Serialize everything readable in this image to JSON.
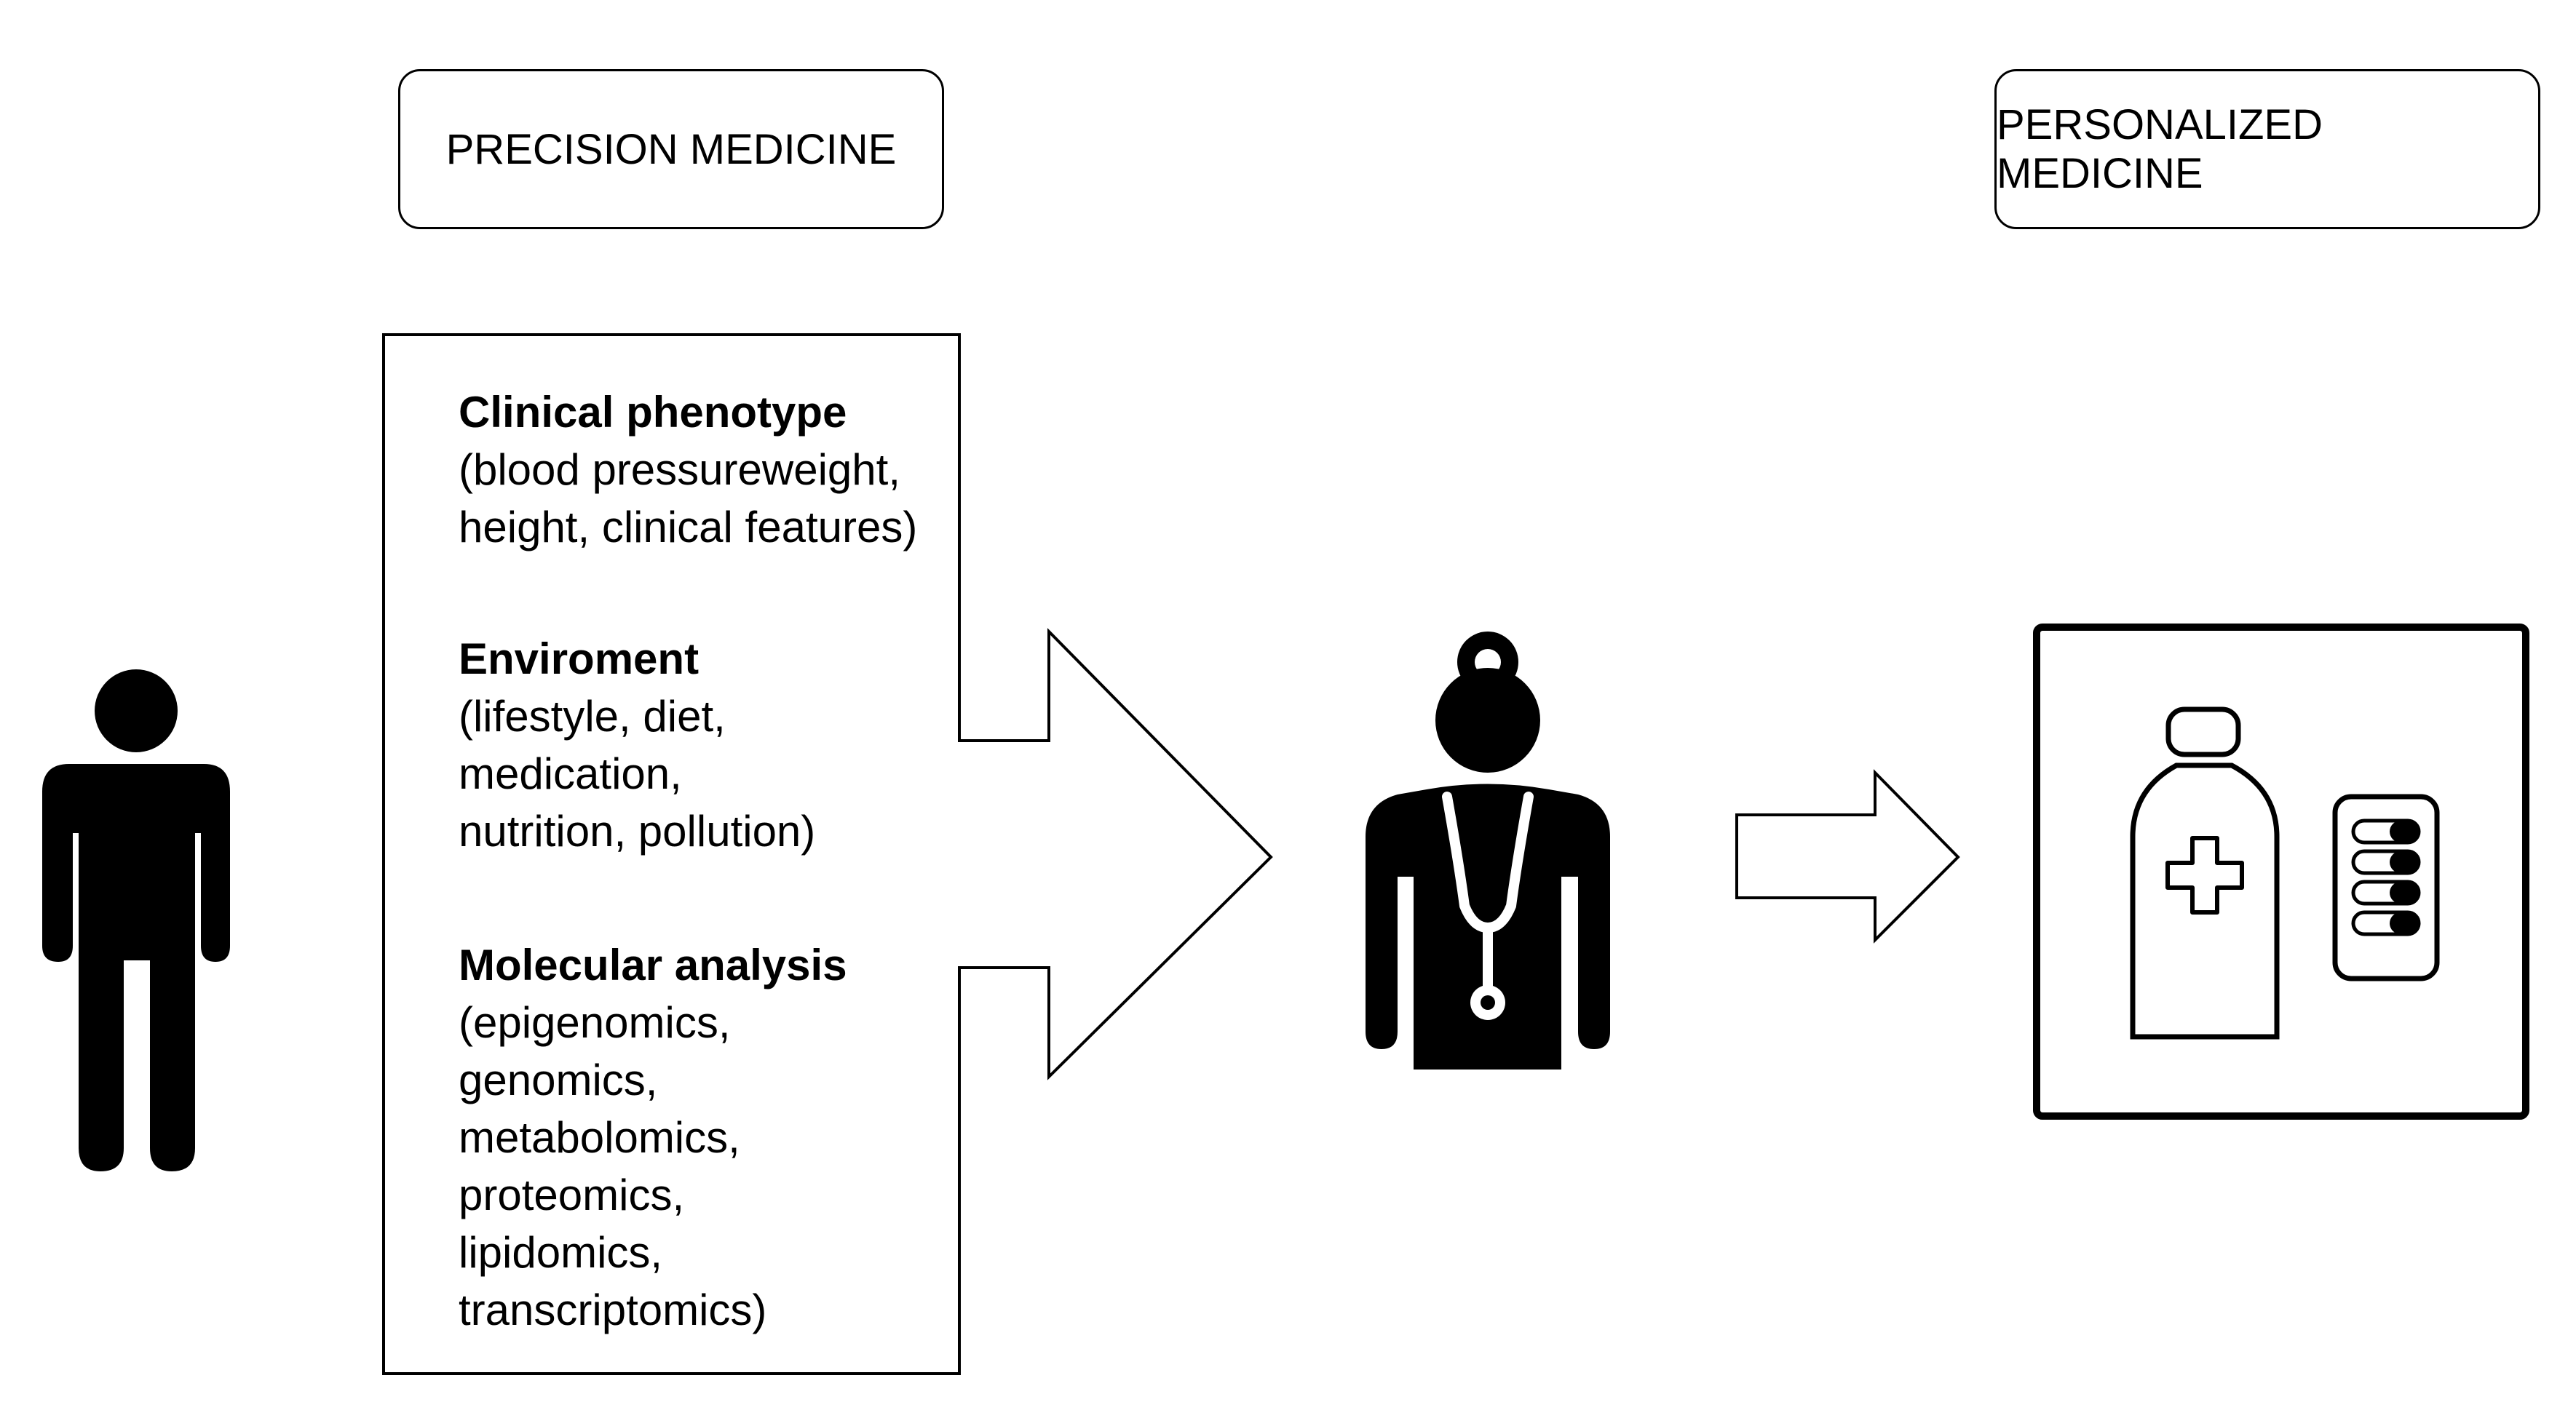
{
  "header": {
    "precision_label": "PRECISION MEDICINE",
    "personalized_label": "PERSONALIZED MEDICINE"
  },
  "factors": {
    "clinical": {
      "title": "Clinical phenotype",
      "detail": "(blood pressureweight,\nheight, clinical features)"
    },
    "environment": {
      "title": "Enviroment",
      "detail": "(lifestyle, diet,\nmedication,\nnutrition, pollution)"
    },
    "molecular": {
      "title": "Molecular analysis",
      "detail": "(epigenomics,\ngenomics,\nmetabolomics,\nproteomics,\nlipidomics,\ntranscriptomics)"
    }
  },
  "icons": {
    "patient": "person-icon",
    "doctor": "doctor-icon",
    "treatment": "medication-icon"
  },
  "colors": {
    "stroke": "#000000",
    "fill": "#000000",
    "background": "#ffffff"
  }
}
